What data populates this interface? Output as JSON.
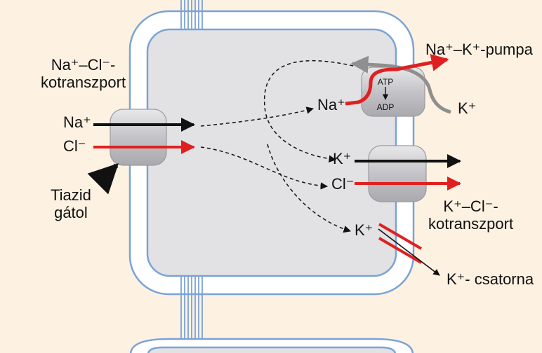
{
  "labels": {
    "nacl_cotransport": {
      "line1": "Na⁺–Cl⁻-",
      "line2": "kotranszport"
    },
    "na_left": "Na⁺",
    "cl_left": "Cl⁻",
    "thiazide": {
      "line1": "Tiazid",
      "line2": "gátol"
    },
    "na_pump": "Na⁺–K⁺-pumpa",
    "atp": "ATP",
    "adp": "ADP",
    "na_right": "Na⁺",
    "k_pump": "K⁺",
    "k_kcc": "K⁺",
    "cl_kcc": "Cl⁻",
    "kcl_cotransport": {
      "line1": "K⁺–Cl⁻-",
      "line2": "kotranszport"
    },
    "k_channel_in": "K⁺",
    "k_channel": "K⁺- csatorna"
  },
  "colors": {
    "background": "#fdf1e2",
    "membrane_fill": "#ffffff",
    "membrane_outline": "#7aa3d6",
    "cytoplasm": "#e2e2e4",
    "transporter": "#c8c8cc",
    "sodium_red": "#e02020",
    "black_arrow": "#111111",
    "gray_arrow": "#8f8f8f"
  }
}
